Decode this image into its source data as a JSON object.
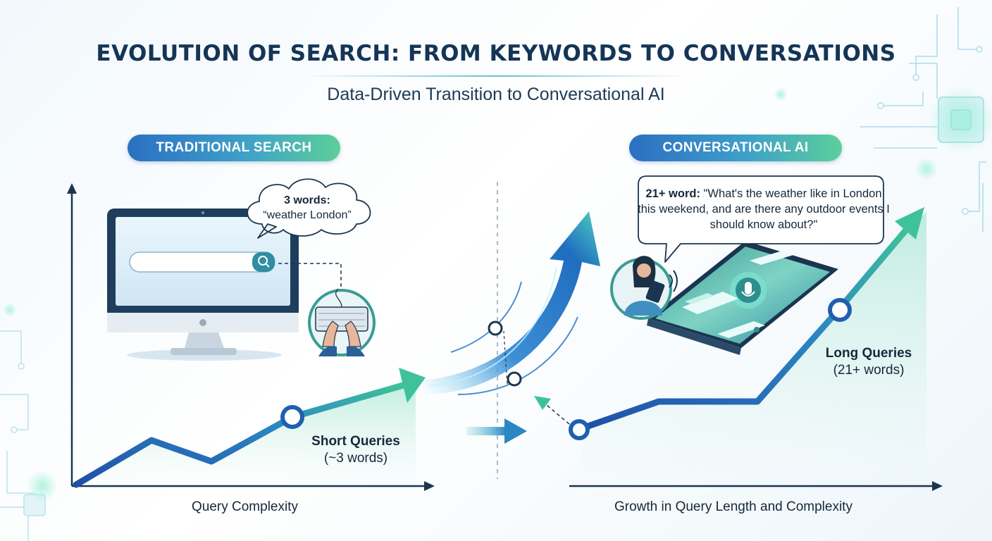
{
  "title": "EVOLUTION OF SEARCH: FROM KEYWORDS TO CONVERSATIONS",
  "subtitle": "Data-Driven Transition to Conversational AI",
  "left_panel": {
    "heading": "TRADITIONAL SEARCH",
    "bubble_strong": "3 words:",
    "bubble_query": "“weather London”",
    "point_label_strong": "Short Queries",
    "point_label_rest": "(~3 words)",
    "axis_label": "Query Complexity"
  },
  "right_panel": {
    "heading": "CONVERSATIONAL AI",
    "bubble_strong": "21+ word:",
    "bubble_query": "\"What's the weather like in London this weekend, and are there any outdoor events I should know about?\"",
    "point_label_strong": "Long Queries",
    "point_label_rest": "(21+ words)",
    "axis_label": "Growth in Query Length and Complexity"
  },
  "icons": {
    "left_illustration": "desktop-monitor-search-icon",
    "hands_icon": "hands-typing-keyboard-icon",
    "right_illustration": "smartphone-voice-assistant-icon",
    "person_icon": "person-with-tablet-icon",
    "transition_icon": "rising-arrow-icon"
  },
  "colors": {
    "title": "#143556",
    "accent_blue": "#2b6fc2",
    "accent_teal": "#3fa0c8",
    "accent_green": "#5ccf9b",
    "line_blue": "#1f5fb0"
  }
}
